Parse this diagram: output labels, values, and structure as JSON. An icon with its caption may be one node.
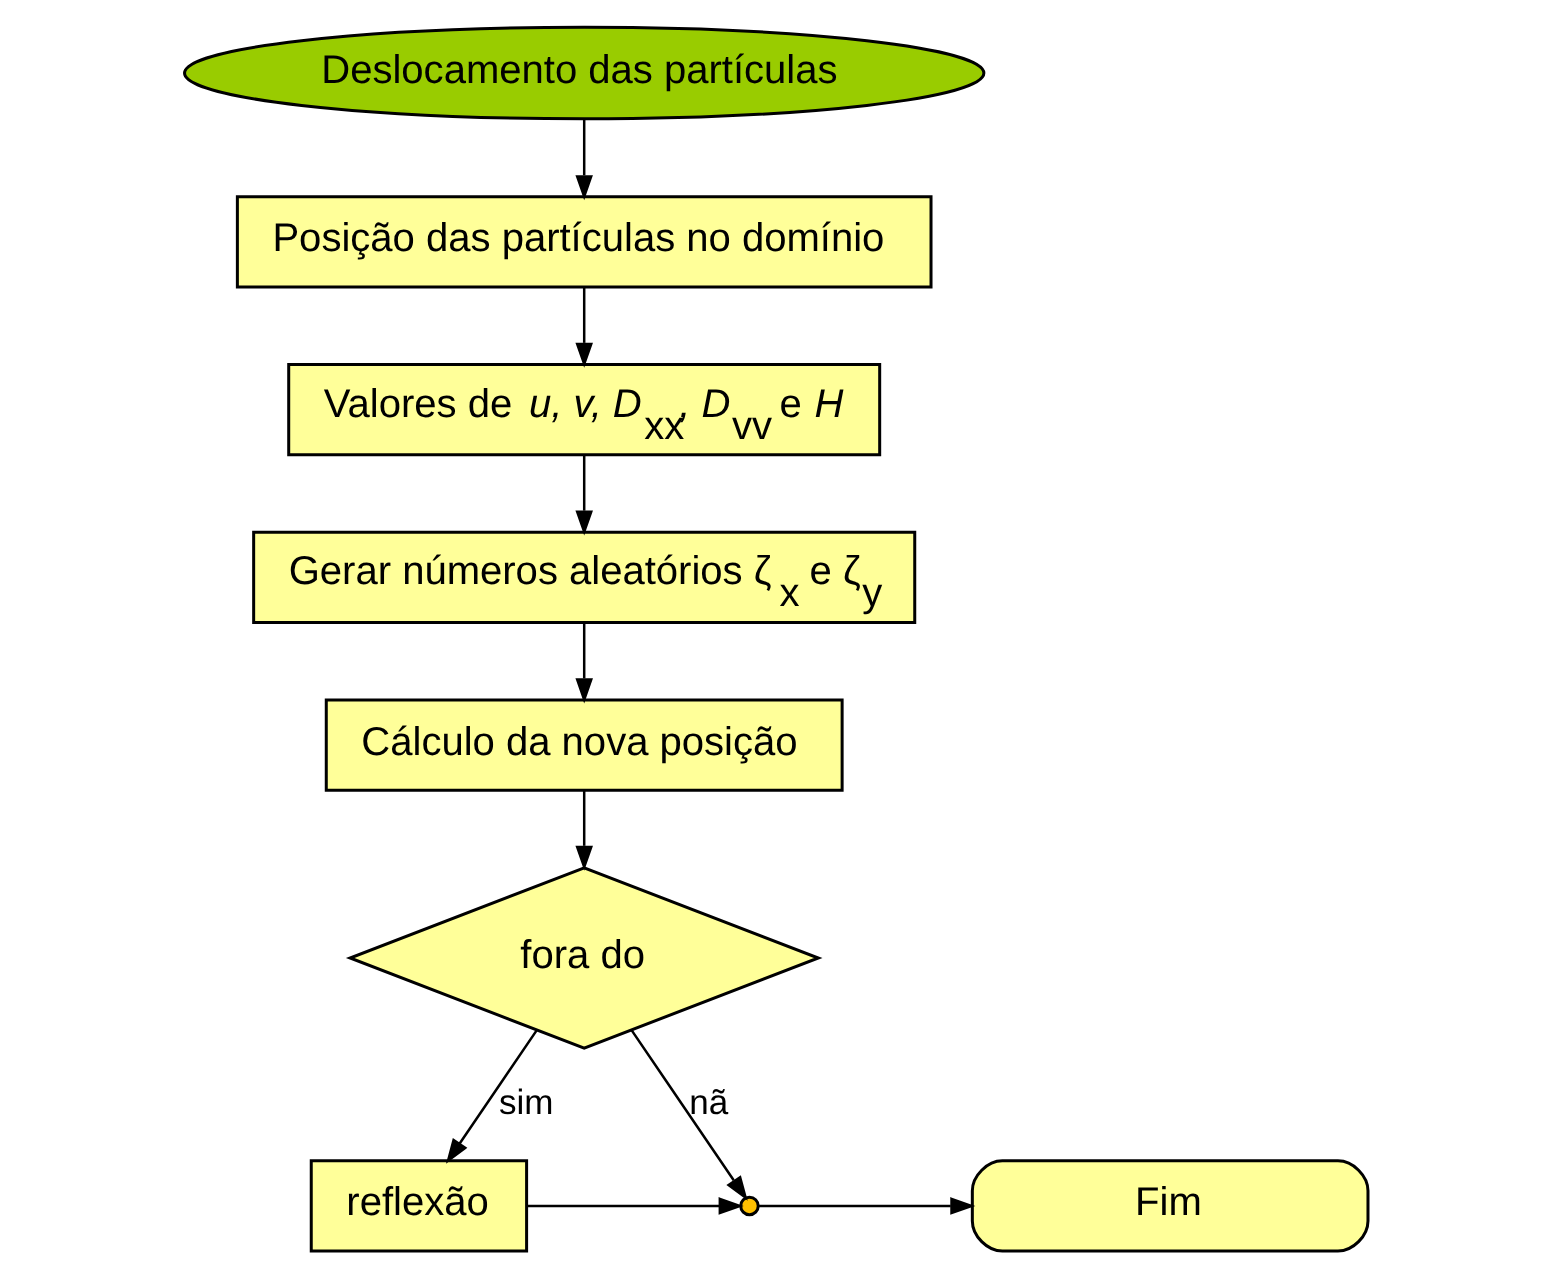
{
  "diagram": {
    "nodes": [
      {
        "text": [
          "Deslocamento das partículas"
        ]
      },
      {
        "text": [
          "Posição das partículas no domínio"
        ]
      },
      {
        "text": [
          "Valores de *u, v, D*$_{xx}$*, D*$_{vv}$ e *H*"
        ]
      },
      {
        "text": [
          "Gerar números aleatórios ζ$_{x}$ e ζ$_{y}$"
        ]
      },
      {
        "text": [
          "Cálculo da nova posição"
        ]
      },
      {
        "text": [
          "fora do"
        ]
      },
      {
        "text": [],
        "shape": "circle"
      },
      {
        "text": [
          "Fim"
        ]
      },
      {
        "text": [
          "reflexão"
        ]
      }
    ],
    "edges": [
      {
        "from": 0,
        "to": 1,
        "arrow": "to"
      },
      {
        "from": 1,
        "to": 2,
        "arrow": "to"
      },
      {
        "from": 2,
        "to": 3,
        "arrow": "to"
      },
      {
        "from": 3,
        "to": 4,
        "arrow": "to"
      },
      {
        "from": 4,
        "to": 5,
        "arrow": "to"
      },
      {
        "from": 5,
        "to": 6,
        "label": "nã",
        "arrow": "to"
      },
      {
        "from": 5,
        "to": 8,
        "label": "sim",
        "arrow": "to"
      },
      {
        "from": 8,
        "to": 6,
        "arrow": "to"
      },
      {
        "from": 6,
        "to": 7,
        "arrow": "to"
      }
    ]
  }
}
